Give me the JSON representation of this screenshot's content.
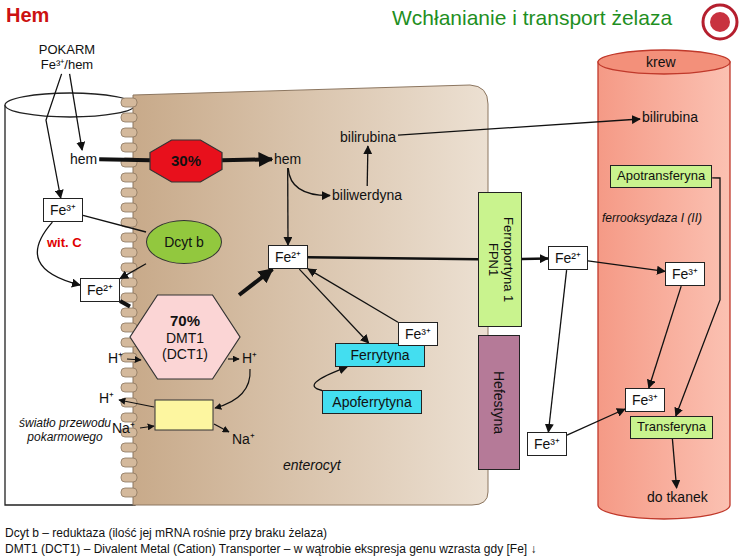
{
  "diagram": {
    "title": "Wchłanianie i transport żelaza",
    "nodes": [
      {
        "text": [
          "światło przewodu pokarmowego"
        ]
      },
      {
        "text": [
          "enterocyt"
        ]
      },
      {
        "text": [
          "krew"
        ]
      },
      {
        "text": [
          "POKARM Fe³⁺/hem"
        ]
      },
      {
        "text": [
          "hem"
        ],
        "in": 0
      },
      {
        "text": [
          "Fe³⁺"
        ],
        "in": 0
      },
      {
        "text": [
          "Fe²⁺"
        ],
        "in": 0
      },
      {
        "text": [
          "30%"
        ]
      },
      {
        "text": [
          "Dcyt b"
        ]
      },
      {
        "text": [
          "70%",
          "DMT1 (DCT1)"
        ]
      },
      {
        "text": [
          "hem"
        ],
        "in": 1
      },
      {
        "text": [
          "bilirubina"
        ],
        "in": 1
      },
      {
        "text": [
          "biliwerdyna"
        ],
        "in": 1
      },
      {
        "text": [
          "Fe²⁺"
        ],
        "in": 1
      },
      {
        "text": [
          "Ferrytyna"
        ],
        "in": 1
      },
      {
        "text": [
          "Fe³⁺"
        ],
        "in": 1
      },
      {
        "text": [
          "Apoferrytyna"
        ],
        "in": 1
      },
      {
        "text": [
          "Ferroportyna 1 FPN1"
        ]
      },
      {
        "text": [
          "Hefestyna"
        ]
      },
      {
        "text": [
          "Fe²⁺"
        ]
      },
      {
        "text": [
          "Fe³⁺"
        ]
      },
      {
        "text": [
          "bilirubina"
        ],
        "in": 2
      },
      {
        "text": [
          "Apotransferyna"
        ],
        "in": 2
      },
      {
        "text": [
          "Fe³⁺"
        ],
        "in": 2
      },
      {
        "text": [
          "Fe³⁺"
        ],
        "in": 2
      },
      {
        "text": [
          "Transferyna"
        ],
        "in": 2
      },
      {
        "text": [
          "do tkanek"
        ],
        "in": 2
      }
    ],
    "edges": [
      {
        "from": 3,
        "to": 4,
        "arrow": "to"
      },
      {
        "from": 3,
        "to": 5,
        "arrow": "to"
      },
      {
        "from": 4,
        "to": 7,
        "arrow": "none"
      },
      {
        "from": 7,
        "to": 10,
        "arrow": "to"
      },
      {
        "from": 5,
        "to": 8,
        "arrow": "none"
      },
      {
        "from": 8,
        "to": 6,
        "arrow": "to"
      },
      {
        "from": 5,
        "to": 6,
        "arrow": "to",
        "label": "wit. C"
      },
      {
        "from": 6,
        "to": 9,
        "arrow": "none"
      },
      {
        "from": 9,
        "to": 13,
        "arrow": "to"
      },
      {
        "from": 10,
        "to": 12,
        "arrow": "to"
      },
      {
        "from": 12,
        "to": 11,
        "arrow": "to"
      },
      {
        "from": 11,
        "to": 21,
        "arrow": "to"
      },
      {
        "from": 10,
        "to": 13,
        "arrow": "to"
      },
      {
        "from": 13,
        "to": 17,
        "arrow": "none"
      },
      {
        "from": 17,
        "to": 19,
        "arrow": "to"
      },
      {
        "from": 13,
        "to": 14,
        "arrow": "to"
      },
      {
        "from": 15,
        "to": 13,
        "arrow": "to"
      },
      {
        "from": 16,
        "to": 14,
        "arrow": "to"
      },
      {
        "from": 19,
        "to": 23,
        "arrow": "to",
        "label": "ferrooksydaza I (II)"
      },
      {
        "from": 19,
        "to": 20,
        "arrow": "to"
      },
      {
        "from": 20,
        "to": 24,
        "arrow": "to"
      },
      {
        "from": 23,
        "to": 24,
        "arrow": "to"
      },
      {
        "from": 22,
        "to": 25,
        "arrow": "to"
      },
      {
        "from": 25,
        "to": 26,
        "arrow": "to"
      }
    ],
    "labels": [
      "Hem",
      "H⁺",
      "H⁺",
      "H⁺",
      "Na⁺",
      "Na⁺",
      "Dcyt b – reduktaza (ilość jej mRNA rośnie przy braku żelaza)",
      "DMT1 (DCT1) – Divalent Metal (Cation) Transporter – w wątrobie ekspresja genu wzrasta gdy [Fe] ↓"
    ]
  }
}
